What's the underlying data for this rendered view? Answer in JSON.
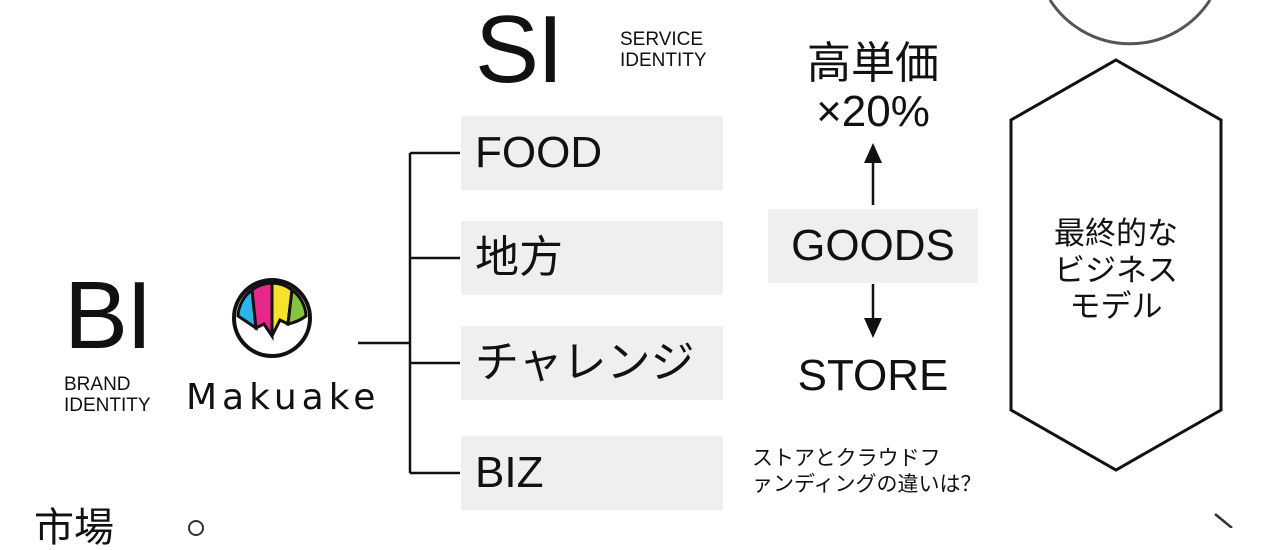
{
  "si": {
    "title": "SI",
    "subtitle_line1": "SERVICE",
    "subtitle_line2": "IDENTITY"
  },
  "bi": {
    "title": "BI",
    "subtitle_line1": "BRAND",
    "subtitle_line2": "IDENTITY"
  },
  "brand": {
    "name": "Makuake",
    "logo_colors": [
      "#2bb5e8",
      "#e8278a",
      "#f6e22b",
      "#86c440"
    ]
  },
  "categories": [
    "FOOD",
    "地方",
    "チャレンジ",
    "BIZ"
  ],
  "goods": {
    "center": "GOODS",
    "top_line1": "高単価",
    "top_line2": "×20%",
    "bottom": "STORE",
    "question_line1": "ストアとクラウドフ",
    "question_line2": "ァンディングの違いは？"
  },
  "hexagon": {
    "line1": "最終的な",
    "line2": "ビジネス",
    "line3": "モデル"
  },
  "footer_partial": "市場"
}
